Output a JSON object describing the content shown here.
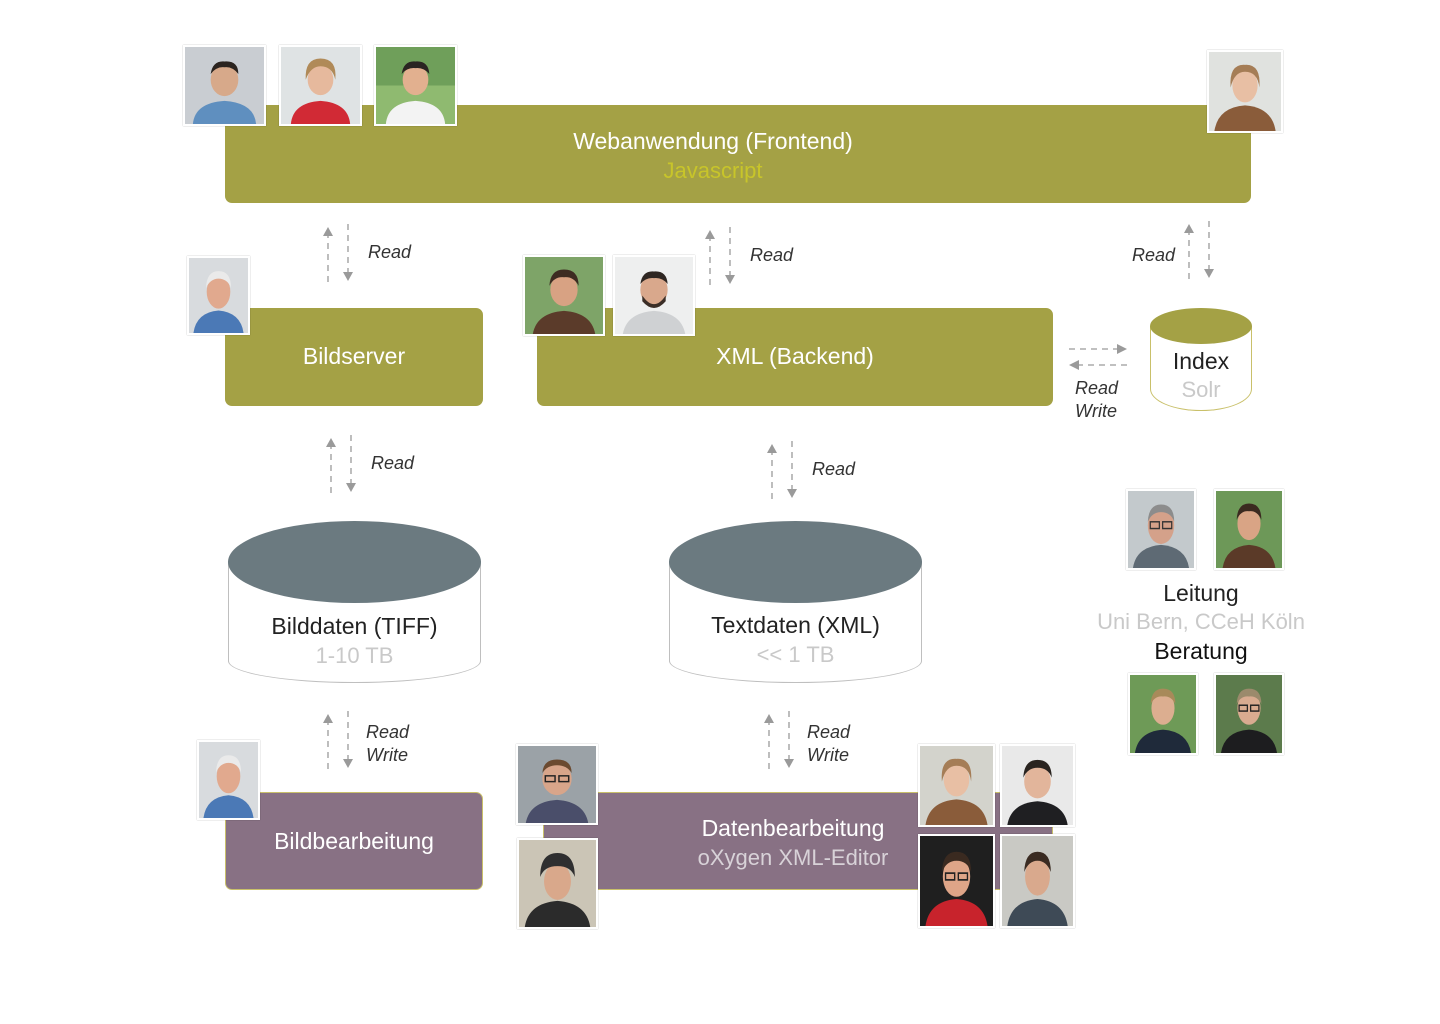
{
  "colors": {
    "olive_box": "#a4a145",
    "purple_box": "#887184",
    "cylinder_top_dark": "#6b7a80",
    "cylinder_top_olive": "#a4a145",
    "highlight_yellow": "#c8c52a",
    "muted_text": "#c9c9c9",
    "arrow": "#9a9a9a"
  },
  "frontend": {
    "title": "Webanwendung (Frontend)",
    "subtitle": "Javascript"
  },
  "bildserver": {
    "title": "Bildserver"
  },
  "backend": {
    "title": "XML (Backend)"
  },
  "index": {
    "title": "Index",
    "subtitle": "Solr"
  },
  "bilddaten": {
    "title": "Bilddaten (TIFF)",
    "size": "1-10 TB"
  },
  "textdaten": {
    "title": "Textdaten (XML)",
    "size": "<< 1 TB"
  },
  "bildbearbeitung": {
    "title": "Bildbearbeitung"
  },
  "datenbearbeitung": {
    "title": "Datenbearbeitung",
    "subtitle": "oXygen XML-Editor"
  },
  "arrows": {
    "bildserver_frontend": {
      "label": "Read"
    },
    "backend_frontend": {
      "label": "Read"
    },
    "index_frontend": {
      "label": "Read"
    },
    "backend_index": {
      "label1": "Read",
      "label2": "Write"
    },
    "bilddaten_bildserver": {
      "label": "Read"
    },
    "textdaten_backend": {
      "label": "Read"
    },
    "bildbearbeitung_bilddaten": {
      "label1": "Read",
      "label2": "Write"
    },
    "datenbearbeitung_textdaten": {
      "label1": "Read",
      "label2": "Write"
    }
  },
  "team": {
    "leitung_label": "Leitung",
    "institutions": "Uni Bern, CCeH Köln",
    "beratung_label": "Beratung"
  }
}
